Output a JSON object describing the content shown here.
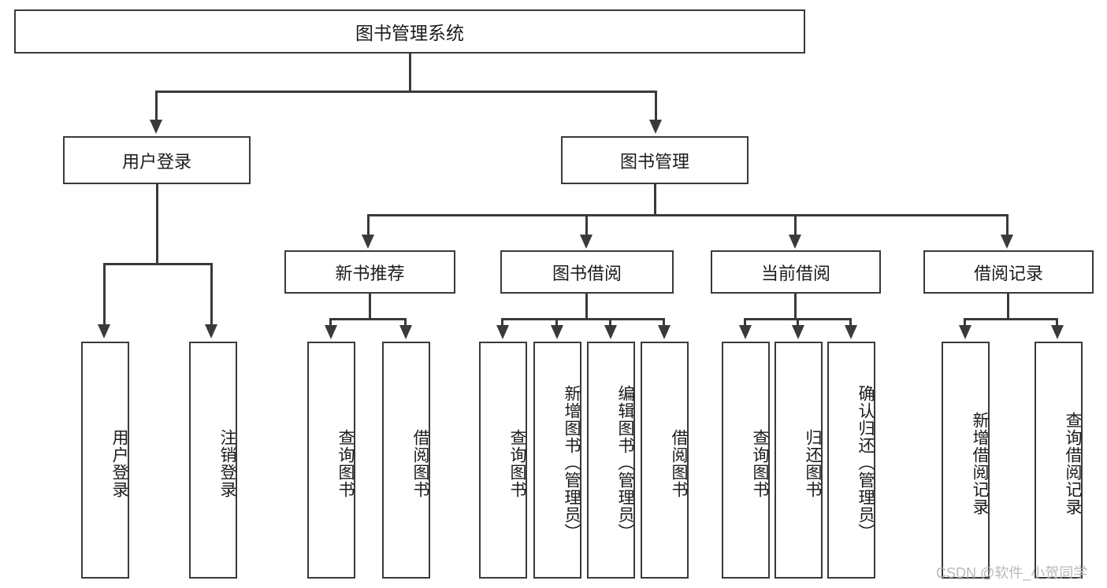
{
  "diagram": {
    "title": "图书管理系统",
    "type": "hierarchy-tree",
    "root": {
      "label": "图书管理系统"
    },
    "level1": [
      {
        "label": "用户登录"
      },
      {
        "label": "图书管理"
      }
    ],
    "level2": [
      {
        "label": "新书推荐"
      },
      {
        "label": "图书借阅"
      },
      {
        "label": "当前借阅"
      },
      {
        "label": "借阅记录"
      }
    ],
    "leaves": {
      "user_login": [
        {
          "label": "用户登录"
        },
        {
          "label": "注销登录"
        }
      ],
      "new_book_recommend": [
        {
          "label": "查询图书"
        },
        {
          "label": "借阅图书"
        }
      ],
      "book_borrow": [
        {
          "label": "查询图书"
        },
        {
          "label": "新增图书（管理员）"
        },
        {
          "label": "编辑图书（管理员）"
        },
        {
          "label": "借阅图书"
        }
      ],
      "current_borrow": [
        {
          "label": "查询图书"
        },
        {
          "label": "归还图书"
        },
        {
          "label": "确认归还（管理员）"
        }
      ],
      "borrow_record": [
        {
          "label": "新增借阅记录"
        },
        {
          "label": "查询借阅记录"
        }
      ]
    }
  },
  "watermark": {
    "text": "CSDN @软件_小贺同学"
  },
  "colors": {
    "stroke": "#3a3a3a",
    "text": "#1b1b1b",
    "background": "#ffffff",
    "watermark": "#b9b9b9"
  }
}
